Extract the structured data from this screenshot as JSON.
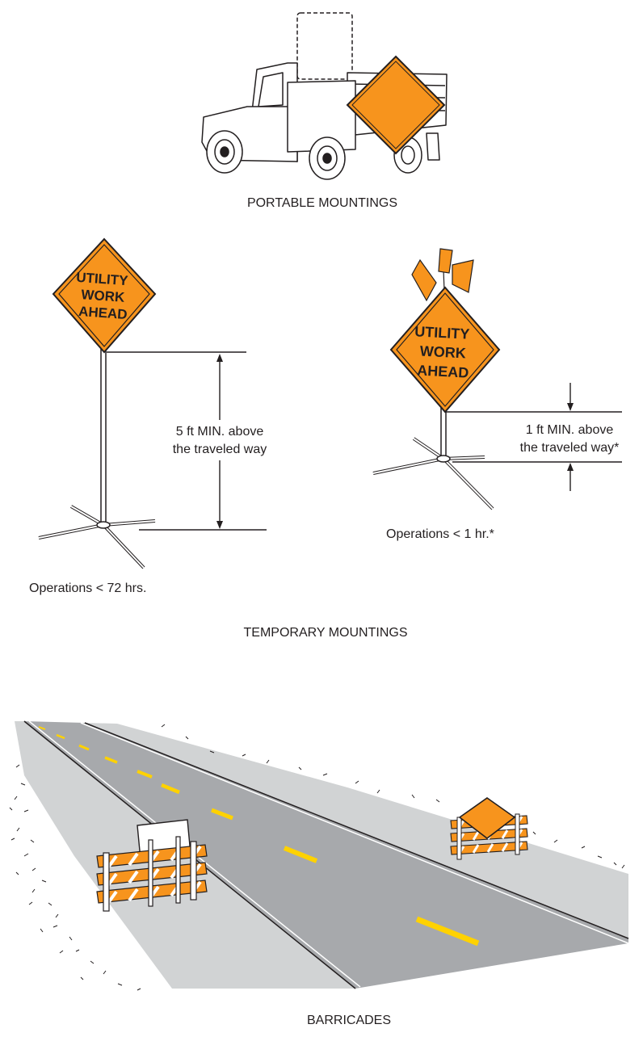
{
  "colors": {
    "sign_orange": "#f7941d",
    "road_gray": "#a7a9ac",
    "shoulder_gray": "#d1d3d4",
    "lane_yellow": "#ffd200",
    "ink": "#231f20"
  },
  "portable": {
    "caption": "PORTABLE MOUNTINGS",
    "icons": [
      "pickup-truck-icon",
      "diamond-sign-icon"
    ]
  },
  "temporary": {
    "caption": "TEMPORARY MOUNTINGS",
    "left_sign": {
      "line1": "UTILITY",
      "line2": "WORK",
      "line3": "AHEAD",
      "height_line1": "5 ft MIN. above",
      "height_line2": "the traveled way",
      "operations": "Operations  < 72 hrs."
    },
    "right_sign": {
      "line1": "UTILITY",
      "line2": "WORK",
      "line3": "AHEAD",
      "height_line1": "1 ft MIN. above",
      "height_line2": "the traveled way*",
      "operations": "Operations  < 1 hr.*",
      "icons": [
        "flag-icon"
      ]
    }
  },
  "barricades": {
    "caption": "BARRICADES",
    "icons": [
      "road-icon",
      "barricade-icon"
    ]
  }
}
